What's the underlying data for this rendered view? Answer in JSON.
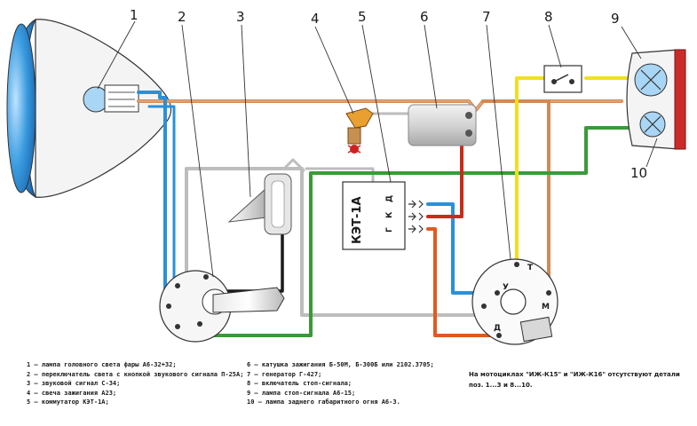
{
  "part_numbers": [
    "1",
    "2",
    "3",
    "4",
    "5",
    "6",
    "7",
    "8",
    "9",
    "10"
  ],
  "commutator": {
    "title": "КЭТ-1А",
    "terminals_top": [
      "Д",
      "К",
      "Г"
    ],
    "terminals_side": [
      "Д",
      "К",
      "Г"
    ]
  },
  "generator_terminals": {
    "t": "Т",
    "u": "У",
    "m": "М",
    "d": "Д"
  },
  "legend": {
    "col1": [
      "1 — лампа головного света фары А6-32+32;",
      "2 — переключатель света с кнопкой звукового сигнала П-25А;",
      "3 — звуковой сигнал С-34;",
      "4 — свеча зажигания А23;",
      "5 — коммутатор КЭТ-1А;"
    ],
    "col2": [
      "6 — катушка зажигания Б-50М, Б-300Б или 2102.3705;",
      "7 — генератор Г-427;",
      "8 — включатель стоп-сигнала;",
      "9 — лампа стоп-сигнала А6-15;",
      "10 — лампа заднего габаритного огня А6-3."
    ]
  },
  "note": "На мотоциклах \"ИЖ-К15\" и \"ИЖ-К16\" отсутствуют детали поз. 1...3 и 8...10.",
  "colors": {
    "blue": "#2a90d8",
    "orange": "#d08a58",
    "green": "#3a9a3a",
    "yellow": "#f2df20",
    "red": "#cc2a1a",
    "grey": "#bdbdbd",
    "black": "#1a1a1a",
    "orange_red": "#e05a20"
  }
}
